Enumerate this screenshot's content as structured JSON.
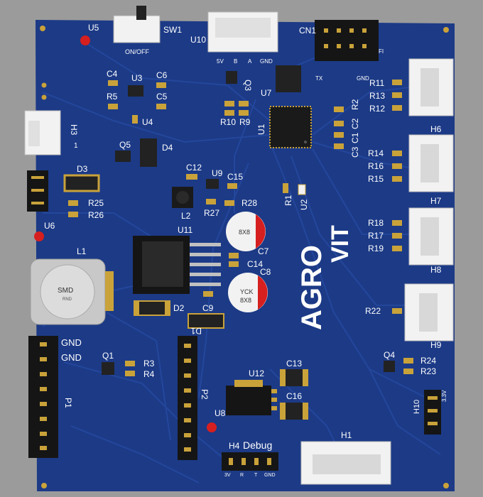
{
  "colors": {
    "background": "#9b9b9b",
    "board": "#1c3a86",
    "trace": "#24479c",
    "silkscreen": "#ffffff",
    "pad": "#c9a23a",
    "connector_white": "#f2f2f2",
    "header_black": "#151515",
    "led_red": "#d61f1f"
  },
  "logo": {
    "line1": "AGRO",
    "line2": "VIT"
  },
  "labels": {
    "u5": "U5",
    "sw1": "SW1",
    "onoff": "ON/OFF",
    "u10": "U10",
    "cn1": "CN1",
    "u10_pins": [
      "5V",
      "B",
      "A",
      "GND"
    ],
    "cn1_pins": [
      "TX",
      "GND"
    ],
    "cn1_side": "FI",
    "c4": "C4",
    "u3": "U3",
    "c6": "C6",
    "r5": "R5",
    "c5": "C5",
    "u4": "U4",
    "q3": "Q3",
    "u7": "U7",
    "r10": "R10",
    "r9": "R9",
    "u1": "U1",
    "r2": "R2",
    "c2": "C2",
    "c1": "C1",
    "c3": "C3",
    "h3": "H3",
    "h3_pin": "1",
    "q5": "Q5",
    "d4": "D4",
    "d3": "D3",
    "c12": "C12",
    "u9": "U9",
    "c15": "C15",
    "l2": "L2",
    "r27": "R27",
    "r28": "R28",
    "r25": "R25",
    "r26": "R26",
    "r1": "R1",
    "u2": "U2",
    "u6": "U6",
    "l1": "L1",
    "smd": "SMD",
    "rnd": "RND",
    "u11": "U11",
    "c14": "C14",
    "c7": "C7",
    "c8": "C8",
    "cap_mark": "8X8",
    "cap_mark2": "YCK",
    "d2": "D2",
    "c9": "C9",
    "d1": "D1",
    "r11": "R11",
    "r13": "R13",
    "r12": "R12",
    "h6": "H6",
    "r14": "R14",
    "r16": "R16",
    "r15": "R15",
    "h7": "H7",
    "r18": "R18",
    "r17": "R17",
    "r19": "R19",
    "h8": "H8",
    "r22": "R22",
    "h9": "H9",
    "gnd1": "GND",
    "gnd2": "GND",
    "p1": "P1",
    "p2": "P2",
    "q1": "Q1",
    "r3": "R3",
    "r4": "R4",
    "u12": "U12",
    "c13": "C13",
    "c16": "C16",
    "q4": "Q4",
    "r24": "R24",
    "r23": "R23",
    "h10": "H10",
    "h10_pins": "3.3V",
    "u8": "U8",
    "h4": "H4",
    "debug": "Debug",
    "h4_pins": [
      "3V",
      "R",
      "T",
      "GND"
    ],
    "h1": "H1"
  }
}
